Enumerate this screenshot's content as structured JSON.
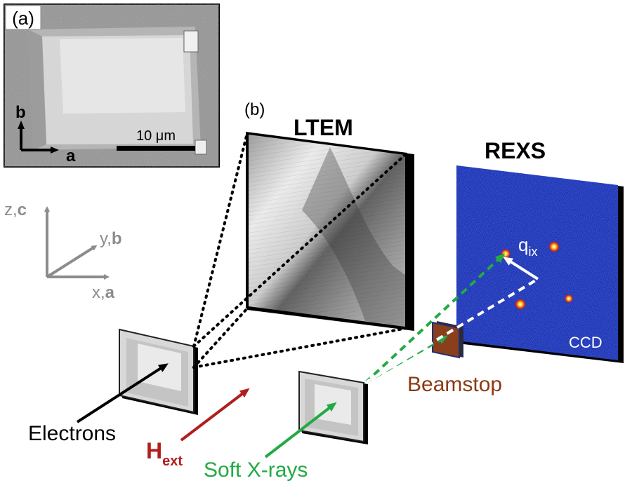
{
  "panel_a": {
    "label": "(a)",
    "axis_b": "b",
    "axis_a": "a",
    "scalebar": "10 μm"
  },
  "panel_b": {
    "label": "(b)",
    "ltem_title": "LTEM",
    "rexs_title": "REXS",
    "ccd_label": "CCD",
    "q_label": "q",
    "q_sub": "ix",
    "beamstop_label": "Beamstop",
    "electrons_label": "Electrons",
    "hext_main": "H",
    "hext_sub": "ext",
    "xray_label": "Soft X-rays"
  },
  "coords": {
    "z": "z,",
    "z_bold": "c",
    "y": "y,",
    "y_bold": "b",
    "x": "x,",
    "x_bold": "a"
  },
  "colors": {
    "hext": "#b01e1e",
    "xray": "#22aa44",
    "beamstop_text": "#8b3a14",
    "beamstop_fill": "#8a3e1c",
    "ccd_bg": "#1a2fb0",
    "axis_gray": "#8c8c8c"
  }
}
